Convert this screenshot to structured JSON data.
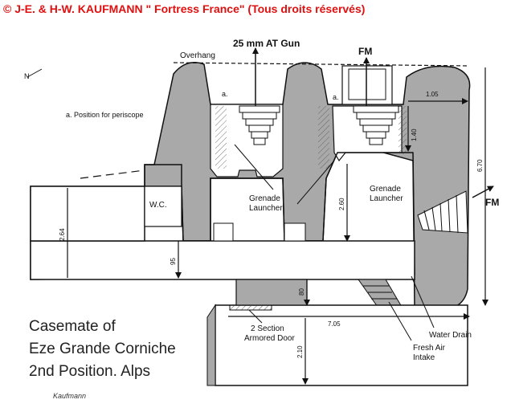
{
  "copyright": "© J-E. & H-W. KAUFMANN  \" Fortress France\" (Tous droits réservés)",
  "labels": {
    "gun": "25 mm AT Gun",
    "fm_top": "FM",
    "fm_right": "FM",
    "overhang": "Overhang",
    "a_left": "a.",
    "a_right": "a.",
    "periscope_note": "a.  Position for periscope",
    "wc": "W.C.",
    "grenade_left_1": "Grenade",
    "grenade_left_2": "Launcher",
    "grenade_right_1": "Grenade",
    "grenade_right_2": "Launcher",
    "door_1": "2 Section",
    "door_2": "Armored Door",
    "water_drain": "Water Drain",
    "fresh_air_1": "Fresh Air",
    "fresh_air_2": "Intake",
    "north": "N"
  },
  "dimensions": {
    "d105": "1.05",
    "d140": "1.40",
    "d670": "6.70",
    "d260": "2.60",
    "d264": "2.64",
    "d95": "95",
    "d80": "80",
    "d705": "7.05",
    "d210": "2.10"
  },
  "title": {
    "line1": "Casemate of",
    "line2": "Eze Grande Corniche",
    "line3": "2nd Position. Alps"
  },
  "signature": "Kaufmann",
  "colors": {
    "wall": "#a9a9a9",
    "line": "#111111",
    "copyright": "#e01010"
  }
}
